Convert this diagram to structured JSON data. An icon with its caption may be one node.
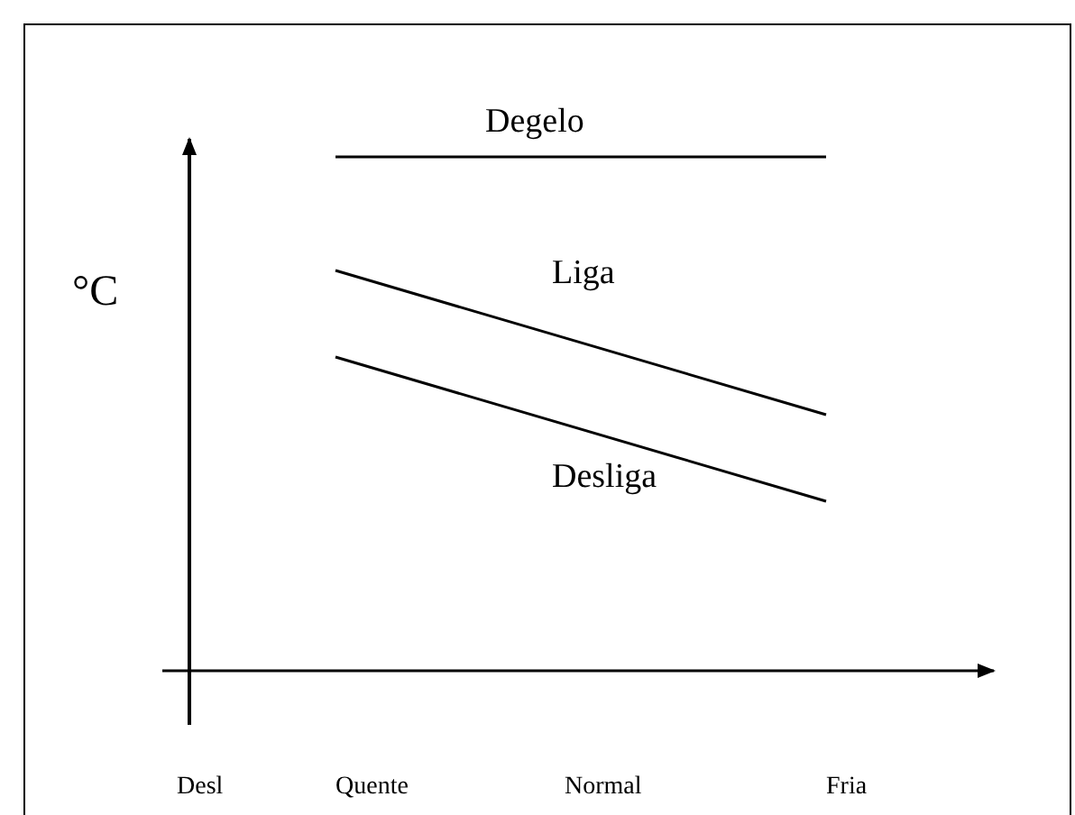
{
  "diagram": {
    "labels": [
      "°C",
      "Degelo",
      "Liga",
      "Desliga",
      "Desl",
      "Quente",
      "Normal",
      "Fria"
    ]
  }
}
